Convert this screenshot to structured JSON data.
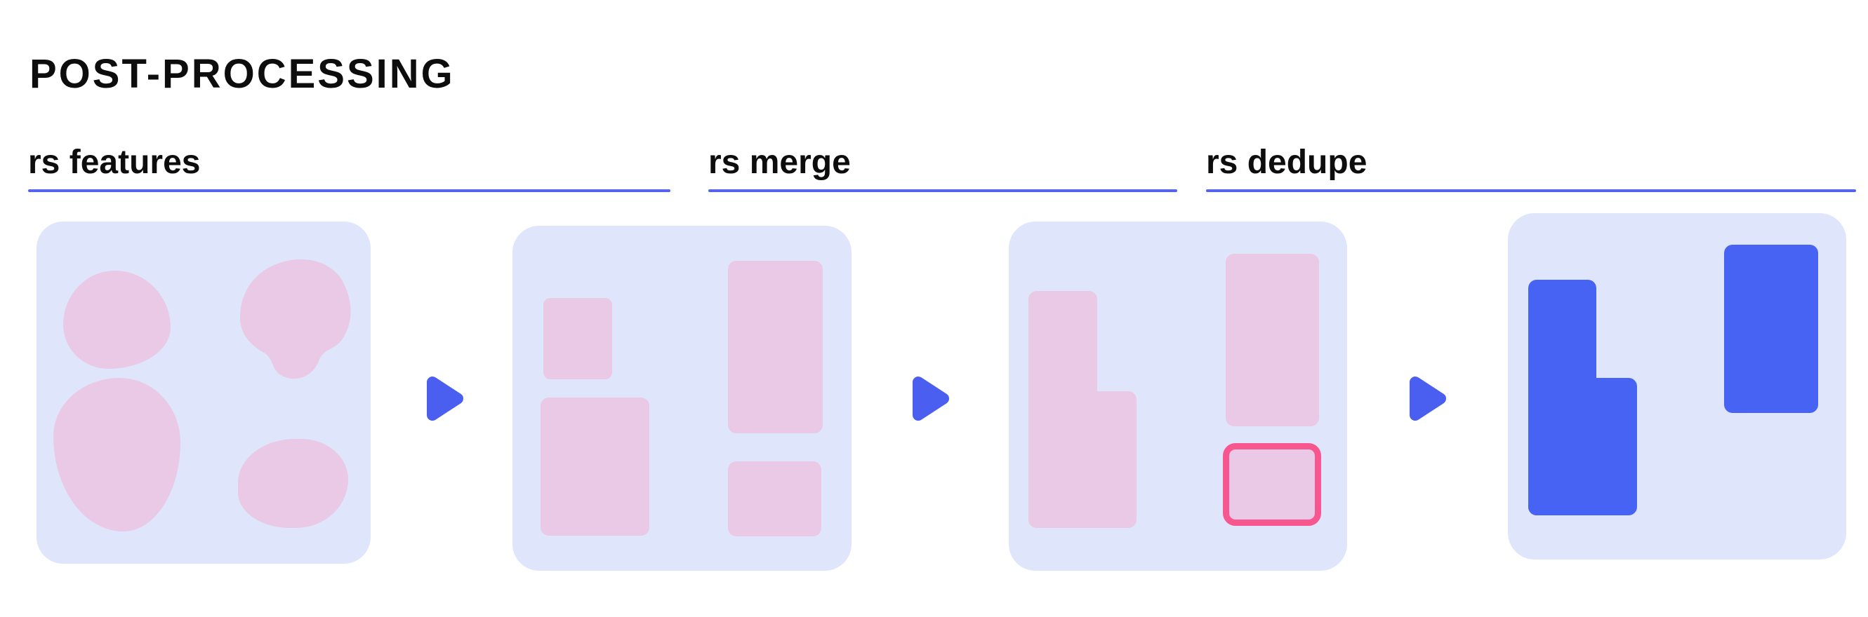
{
  "title": "POST-PROCESSING",
  "stages": [
    {
      "id": "features",
      "label": "rs features"
    },
    {
      "id": "merge",
      "label": "rs merge"
    },
    {
      "id": "dedupe",
      "label": "rs dedupe"
    }
  ],
  "figure": {
    "type": "pipeline-diagram",
    "panel_count": 4,
    "arrow_count": 3,
    "panels": [
      {
        "name": "features-input",
        "shapes": "4 organic pink blobs"
      },
      {
        "name": "merge-output",
        "shapes": "4 pink rectangles"
      },
      {
        "name": "dedupe-input",
        "shapes": "pink L-shape, tall pink rectangle, duplicate rectangle highlighted"
      },
      {
        "name": "final-output",
        "shapes": "blue L-shape, tall blue rectangle"
      }
    ],
    "arrow_icon": "triangle-right"
  },
  "colors": {
    "background": "#ffffff",
    "text": "#0d0d0d",
    "underline": "#5464ee",
    "panel": "#dfe5fa",
    "shape-pink": "#e9c9e6",
    "shape-blue": "#4663f3",
    "arrow": "#4a5ef0",
    "highlight": "#f7568f"
  }
}
